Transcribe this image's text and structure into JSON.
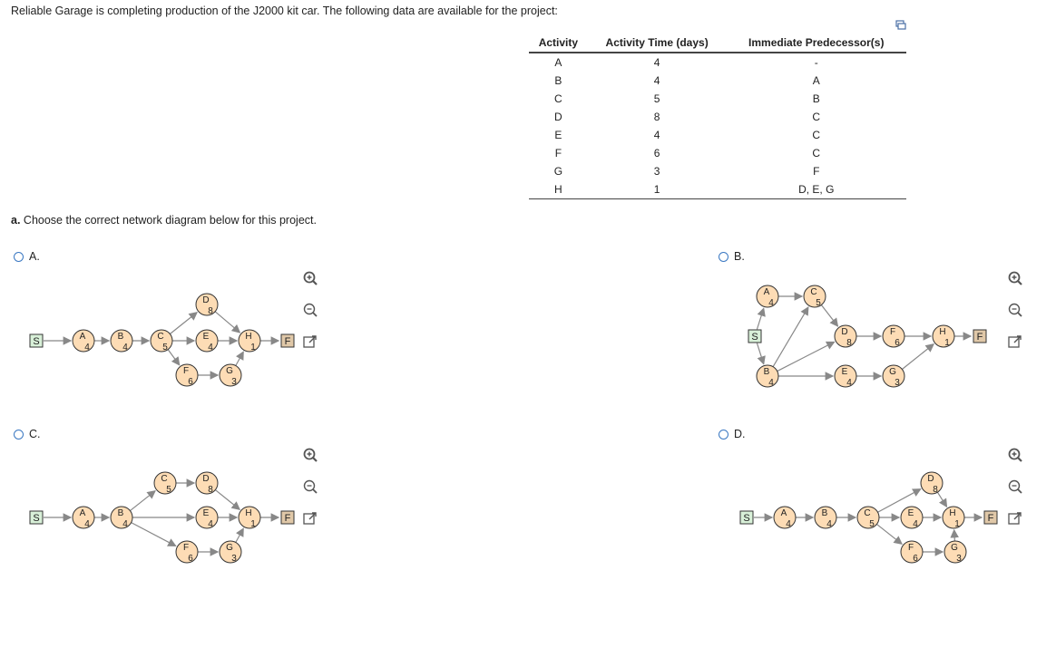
{
  "question": {
    "intro": "Reliable Garage is completing production of the J2000 kit car. The following data are available for the project:",
    "part_a_letter": "a.",
    "part_a_text": " Choose the correct network diagram below for this project."
  },
  "table": {
    "headers": [
      "Activity",
      "Activity Time (days)",
      "Immediate Predecessor(s)"
    ],
    "rows": [
      [
        "A",
        "4",
        "-"
      ],
      [
        "B",
        "4",
        "A"
      ],
      [
        "C",
        "5",
        "B"
      ],
      [
        "D",
        "8",
        "C"
      ],
      [
        "E",
        "4",
        "C"
      ],
      [
        "F",
        "6",
        "C"
      ],
      [
        "G",
        "3",
        "F"
      ],
      [
        "H",
        "1",
        "D, E, G"
      ]
    ]
  },
  "options": [
    {
      "label": "A.",
      "start": "S",
      "finish": "F"
    },
    {
      "label": "B.",
      "start": "S",
      "finish": "F"
    },
    {
      "label": "C.",
      "start": "S",
      "finish": "F"
    },
    {
      "label": "D.",
      "start": "S",
      "finish": "F"
    }
  ],
  "diagrams": [
    {
      "nodes": [
        {
          "id": "A",
          "time": "4"
        },
        {
          "id": "B",
          "time": "4"
        },
        {
          "id": "C",
          "time": "5"
        },
        {
          "id": "D",
          "time": "8"
        },
        {
          "id": "E",
          "time": "4"
        },
        {
          "id": "F",
          "time": "6"
        },
        {
          "id": "G",
          "time": "3"
        },
        {
          "id": "H",
          "time": "1"
        }
      ],
      "edges": [
        [
          "S",
          "A"
        ],
        [
          "A",
          "B"
        ],
        [
          "B",
          "C"
        ],
        [
          "C",
          "D"
        ],
        [
          "C",
          "E"
        ],
        [
          "C",
          "F"
        ],
        [
          "F",
          "G"
        ],
        [
          "D",
          "H"
        ],
        [
          "E",
          "H"
        ],
        [
          "G",
          "H"
        ],
        [
          "H",
          "F_end"
        ]
      ]
    },
    {
      "nodes": [
        {
          "id": "A",
          "time": "4"
        },
        {
          "id": "C",
          "time": "5"
        },
        {
          "id": "B",
          "time": "4"
        },
        {
          "id": "D",
          "time": "8"
        },
        {
          "id": "E",
          "time": "4"
        },
        {
          "id": "F",
          "time": "6"
        },
        {
          "id": "G",
          "time": "3"
        },
        {
          "id": "H",
          "time": "1"
        }
      ],
      "edges": [
        [
          "S",
          "A"
        ],
        [
          "S",
          "B"
        ],
        [
          "A",
          "C"
        ],
        [
          "B",
          "C"
        ],
        [
          "B",
          "D"
        ],
        [
          "B",
          "E"
        ],
        [
          "C",
          "D"
        ],
        [
          "D",
          "F"
        ],
        [
          "E",
          "G"
        ],
        [
          "F",
          "H"
        ],
        [
          "G",
          "H"
        ],
        [
          "H",
          "F_end"
        ]
      ]
    },
    {
      "nodes": [
        {
          "id": "A",
          "time": "4"
        },
        {
          "id": "B",
          "time": "4"
        },
        {
          "id": "C",
          "time": "5"
        },
        {
          "id": "D",
          "time": "8"
        },
        {
          "id": "E",
          "time": "4"
        },
        {
          "id": "F",
          "time": "6"
        },
        {
          "id": "G",
          "time": "3"
        },
        {
          "id": "H",
          "time": "1"
        }
      ],
      "edges": [
        [
          "S",
          "A"
        ],
        [
          "A",
          "B"
        ],
        [
          "B",
          "C"
        ],
        [
          "B",
          "E"
        ],
        [
          "B",
          "F"
        ],
        [
          "C",
          "D"
        ],
        [
          "D",
          "H"
        ],
        [
          "E",
          "H"
        ],
        [
          "F",
          "G"
        ],
        [
          "G",
          "H"
        ],
        [
          "H",
          "F_end"
        ]
      ]
    },
    {
      "nodes": [
        {
          "id": "A",
          "time": "4"
        },
        {
          "id": "B",
          "time": "4"
        },
        {
          "id": "C",
          "time": "5"
        },
        {
          "id": "D",
          "time": "8"
        },
        {
          "id": "E",
          "time": "4"
        },
        {
          "id": "F",
          "time": "6"
        },
        {
          "id": "H",
          "time": "1"
        },
        {
          "id": "G",
          "time": "3"
        }
      ],
      "edges": [
        [
          "S",
          "A"
        ],
        [
          "A",
          "B"
        ],
        [
          "B",
          "C"
        ],
        [
          "C",
          "D"
        ],
        [
          "C",
          "E"
        ],
        [
          "C",
          "F"
        ],
        [
          "D",
          "H"
        ],
        [
          "E",
          "H"
        ],
        [
          "F",
          "G"
        ],
        [
          "G",
          "H"
        ],
        [
          "H",
          "F_end"
        ]
      ]
    }
  ],
  "colors": {
    "node_fill": "#fddcb5",
    "node_stroke": "#333333",
    "start_fill": "#d8f0d8",
    "finish_fill": "#e0c8a8",
    "arrow": "#888888",
    "radio": "#3a78c2",
    "zoom_icon": "#555555"
  },
  "icons": [
    "zoom-in-icon",
    "zoom-out-icon",
    "expand-icon",
    "copy-icon"
  ]
}
